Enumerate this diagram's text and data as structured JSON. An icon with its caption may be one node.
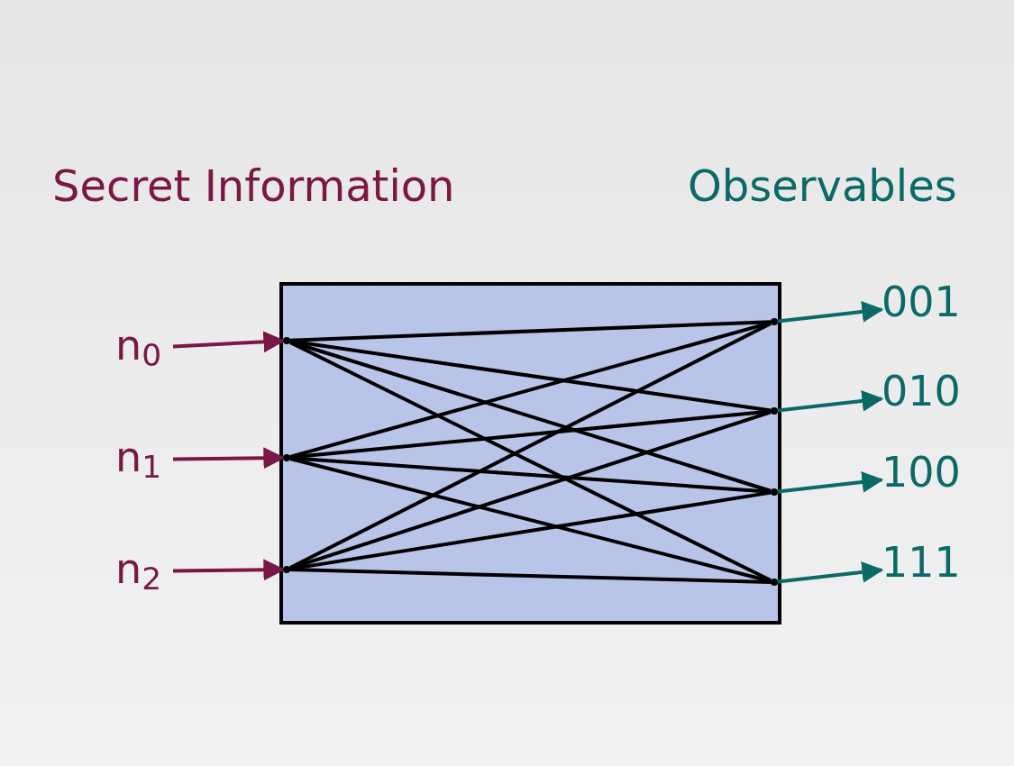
{
  "diagram": {
    "nodes": [
      {
        "text": [
          "n$_{0}$"
        ]
      },
      {
        "text": [
          "n$_{1}$"
        ]
      },
      {
        "text": [
          "n$_{2}$"
        ]
      },
      {
        "text": [],
        "shape": "box"
      },
      {
        "text": [],
        "shape": "point",
        "in": 3
      },
      {
        "text": [],
        "shape": "point",
        "in": 3
      },
      {
        "text": [],
        "shape": "point",
        "in": 3
      },
      {
        "text": [],
        "shape": "point",
        "in": 3
      },
      {
        "text": [],
        "shape": "point",
        "in": 3
      },
      {
        "text": [],
        "shape": "point",
        "in": 3
      },
      {
        "text": [],
        "shape": "point",
        "in": 3
      },
      {
        "text": [
          "001"
        ]
      },
      {
        "text": [
          "010"
        ]
      },
      {
        "text": [
          "100"
        ]
      },
      {
        "text": [
          "111"
        ]
      }
    ],
    "edges": [
      {
        "from": 0,
        "to": 4,
        "arrow": "to",
        "color": "#7a1745"
      },
      {
        "from": 1,
        "to": 5,
        "arrow": "to",
        "color": "#7a1745"
      },
      {
        "from": 2,
        "to": 6,
        "arrow": "to",
        "color": "#7a1745"
      },
      {
        "from": 4,
        "to": 7,
        "arrow": "none"
      },
      {
        "from": 4,
        "to": 8,
        "arrow": "none"
      },
      {
        "from": 4,
        "to": 9,
        "arrow": "none"
      },
      {
        "from": 4,
        "to": 10,
        "arrow": "none"
      },
      {
        "from": 5,
        "to": 7,
        "arrow": "none"
      },
      {
        "from": 5,
        "to": 8,
        "arrow": "none"
      },
      {
        "from": 5,
        "to": 9,
        "arrow": "none"
      },
      {
        "from": 5,
        "to": 10,
        "arrow": "none"
      },
      {
        "from": 6,
        "to": 7,
        "arrow": "none"
      },
      {
        "from": 6,
        "to": 8,
        "arrow": "none"
      },
      {
        "from": 6,
        "to": 9,
        "arrow": "none"
      },
      {
        "from": 6,
        "to": 10,
        "arrow": "none"
      },
      {
        "from": 7,
        "to": 11,
        "arrow": "to",
        "color": "#0b6a66"
      },
      {
        "from": 8,
        "to": 12,
        "arrow": "to",
        "color": "#0b6a66"
      },
      {
        "from": 9,
        "to": 13,
        "arrow": "to",
        "color": "#0b6a66"
      },
      {
        "from": 10,
        "to": 14,
        "arrow": "to",
        "color": "#0b6a66"
      }
    ],
    "labels": [
      "Secret Information",
      "Observables"
    ]
  }
}
